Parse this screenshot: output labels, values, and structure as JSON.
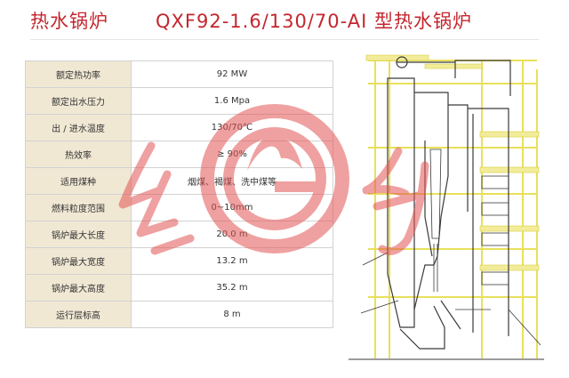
{
  "header": {
    "title": "热水锅炉",
    "model": "QXF92-1.6/130/70-AⅠ 型热水锅炉"
  },
  "specs": [
    {
      "label": "额定热功率",
      "value": "92 MW"
    },
    {
      "label": "额定出水压力",
      "value": "1.6 Mpa"
    },
    {
      "label": "出 / 进水温度",
      "value": "130/70℃"
    },
    {
      "label": "热效率",
      "value": "≥ 90%"
    },
    {
      "label": "适用煤种",
      "value": "烟煤、褐煤、洗中煤等"
    },
    {
      "label": "燃料粒度范围",
      "value": "0~10mm"
    },
    {
      "label": "锅炉最大长度",
      "value": "20.0 m"
    },
    {
      "label": "锅炉最大宽度",
      "value": "13.2 m"
    },
    {
      "label": "锅炉最大高度",
      "value": "35.2 m"
    },
    {
      "label": "运行层标高",
      "value": "8 m"
    }
  ],
  "colors": {
    "brand_red": "#c4262e",
    "label_bg": "#f1e8d4",
    "frame_yellow": "#e8e05a",
    "line_dark": "#3a3a3a"
  }
}
